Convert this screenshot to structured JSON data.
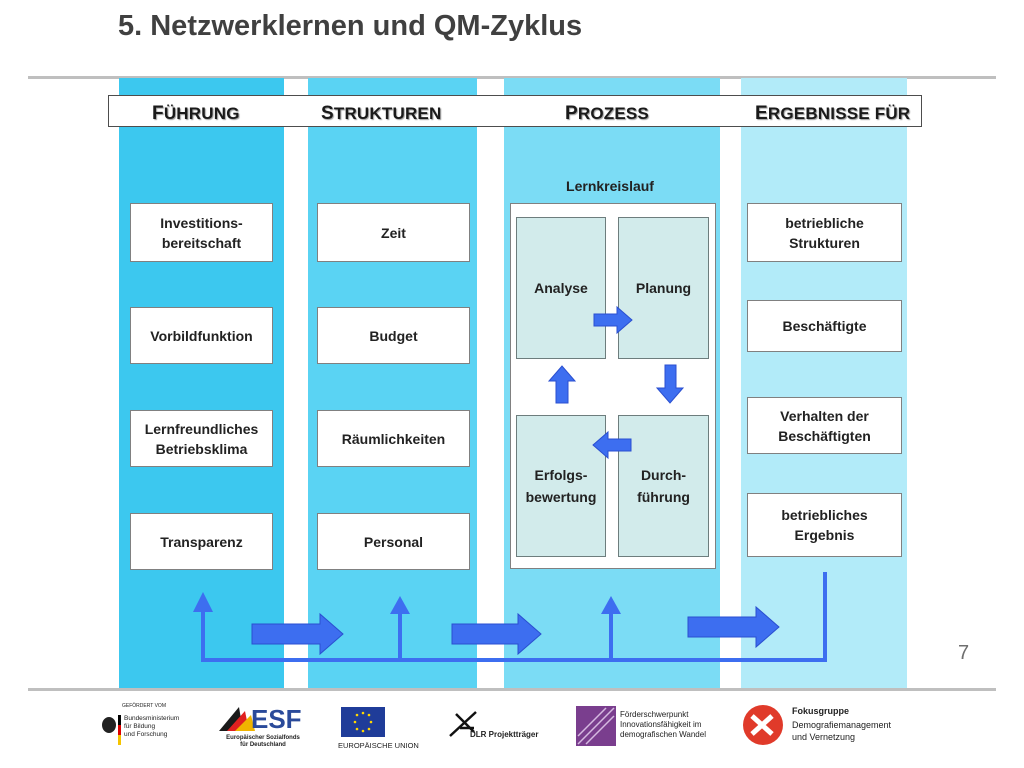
{
  "title": "5. Netzwerklernen und QM-Zyklus",
  "headers": [
    {
      "initial": "F",
      "rest": "ÜHRUNG"
    },
    {
      "initial": "S",
      "rest": "TRUKTUREN"
    },
    {
      "initial": "P",
      "rest": "ROZESS"
    },
    {
      "initial": "E",
      "rest": "RGEBNISSE FÜR"
    }
  ],
  "fuehrung_items": [
    "Investitions-\nbereitschaft",
    "Vorbildfunktion",
    "Lernfreundliches\nBetriebsklima",
    "Transparenz"
  ],
  "strukturen_items": [
    "Zeit",
    "Budget",
    "Räumlichkeiten",
    "Personal"
  ],
  "prozess": {
    "title": "Lernkreislauf",
    "steps": [
      "Analyse",
      "Planung",
      "Durch-\nführung",
      "Erfolgs-\nbewertung"
    ]
  },
  "ergebnisse_items": [
    "betriebliche\nStrukturen",
    "Beschäftigte",
    "Verhalten der\nBeschäftigten",
    "betriebliches\nErgebnis"
  ],
  "page_number": "7",
  "colors": {
    "col1": "#3cc8ef",
    "col2": "#5ad3f3",
    "col3": "#7bdcf5",
    "col4": "#b2ebf9",
    "arrow": "#3d6ef0",
    "arrow_dark": "#2a4fd0"
  },
  "footer": {
    "bmbf_small": "GEFÖRDERT VOM",
    "bmbf": "Bundesministerium\nfür Bildung\nund Forschung",
    "esf_name": "ESF",
    "esf_sub": "Europäischer Sozialfonds\nfür Deutschland",
    "eu": "EUROPÄISCHE UNION",
    "dlr": "DLR Projektträger",
    "foerder": "Förderschwerpunkt\nInnovationsfähigkeit im\ndemografischen Wandel",
    "fokus_bold": "Fokusgruppe",
    "fokus": "Demografiemanagement\nund Vernetzung"
  }
}
